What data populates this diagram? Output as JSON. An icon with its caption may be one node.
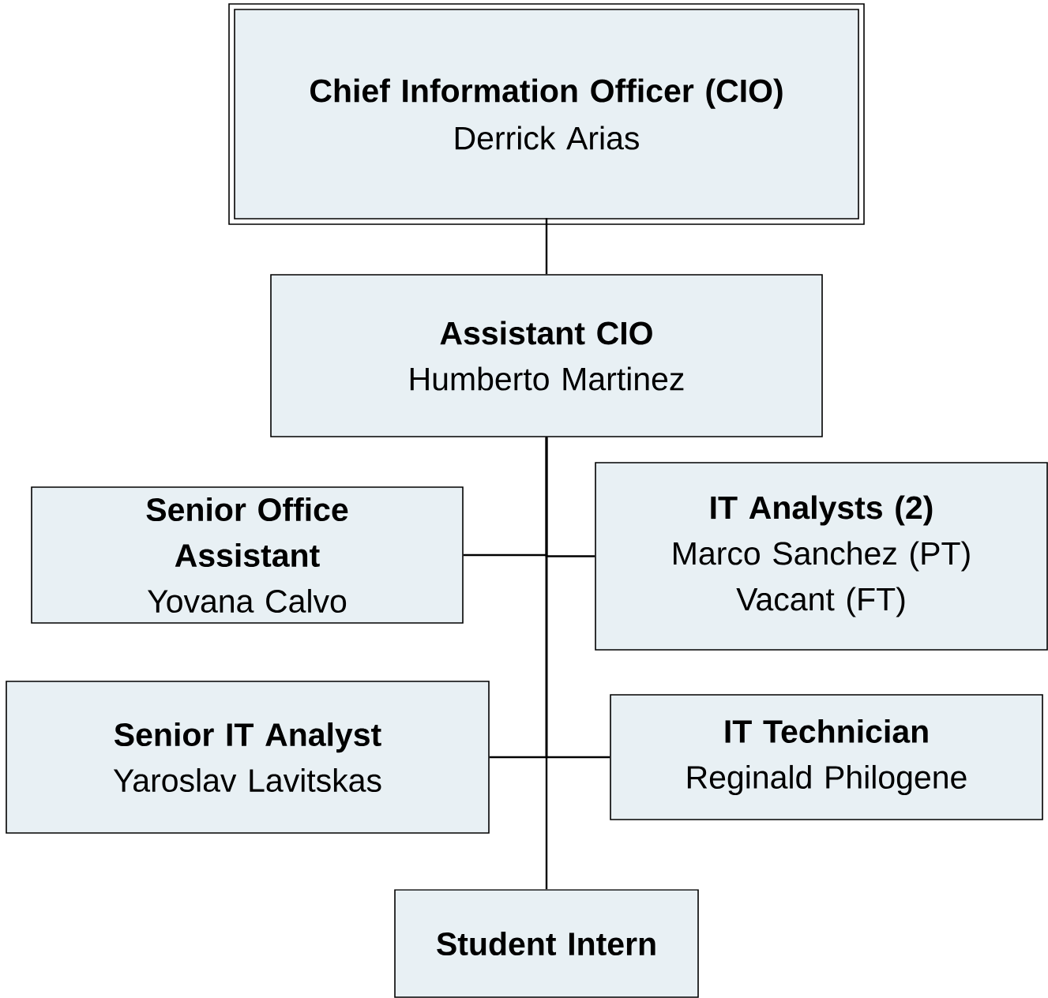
{
  "diagram": {
    "nodes": [
      {
        "text": [
          "Chief Information Officer (CIO)",
          "Derrick Arias"
        ]
      },
      {
        "text": [
          "Assistant CIO",
          "Humberto Martinez"
        ]
      },
      {
        "text": [
          "Senior Office Assistant",
          "Yovana Calvo"
        ]
      },
      {
        "text": [
          "IT Analysts (2)",
          "Marco Sanchez (PT)",
          "Vacant (FT)"
        ]
      },
      {
        "text": [
          "Senior IT Analyst",
          "Yaroslav Lavitskas"
        ]
      },
      {
        "text": [
          "IT Technician",
          "Reginald Philogene"
        ]
      },
      {
        "text": [
          "Student Intern"
        ]
      }
    ],
    "edges": [
      {
        "from": 0,
        "to": 1,
        "arrow": "none"
      },
      {
        "from": 1,
        "to": 2,
        "arrow": "none"
      },
      {
        "from": 1,
        "to": 3,
        "arrow": "none"
      },
      {
        "from": 1,
        "to": 4,
        "arrow": "none"
      },
      {
        "from": 1,
        "to": 5,
        "arrow": "none"
      },
      {
        "from": 1,
        "to": 6,
        "arrow": "none"
      }
    ]
  }
}
